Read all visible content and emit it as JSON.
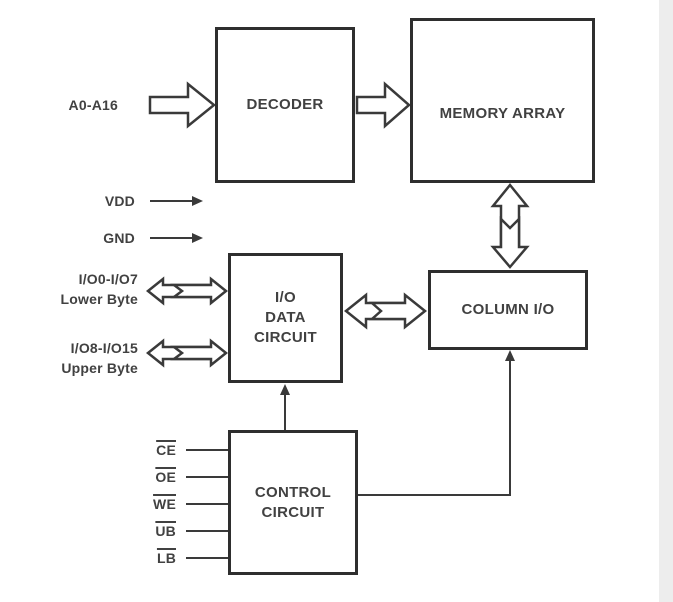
{
  "diagram": {
    "blocks": {
      "decoder": {
        "label": "DECODER"
      },
      "memory_array": {
        "label": "MEMORY ARRAY"
      },
      "io_data_circuit": {
        "line1": "I/O",
        "line2": "DATA",
        "line3": "CIRCUIT"
      },
      "column_io": {
        "label": "COLUMN I/O"
      },
      "control_circuit": {
        "line1": "CONTROL",
        "line2": "CIRCUIT"
      }
    },
    "signals": {
      "address_bus": "A0-A16",
      "vdd": "VDD",
      "gnd": "GND",
      "io_lower": {
        "line1": "I/O0-I/O7",
        "line2": "Lower Byte"
      },
      "io_upper": {
        "line1": "I/O8-I/O15",
        "line2": "Upper Byte"
      },
      "control_pins": [
        "CE",
        "OE",
        "WE",
        "UB",
        "LB"
      ]
    },
    "colors": {
      "background": "#ffffff",
      "line": "#3a3a3a",
      "box_border": "#2e2e2e",
      "text": "#414141",
      "page_edge": "#ededed"
    }
  }
}
